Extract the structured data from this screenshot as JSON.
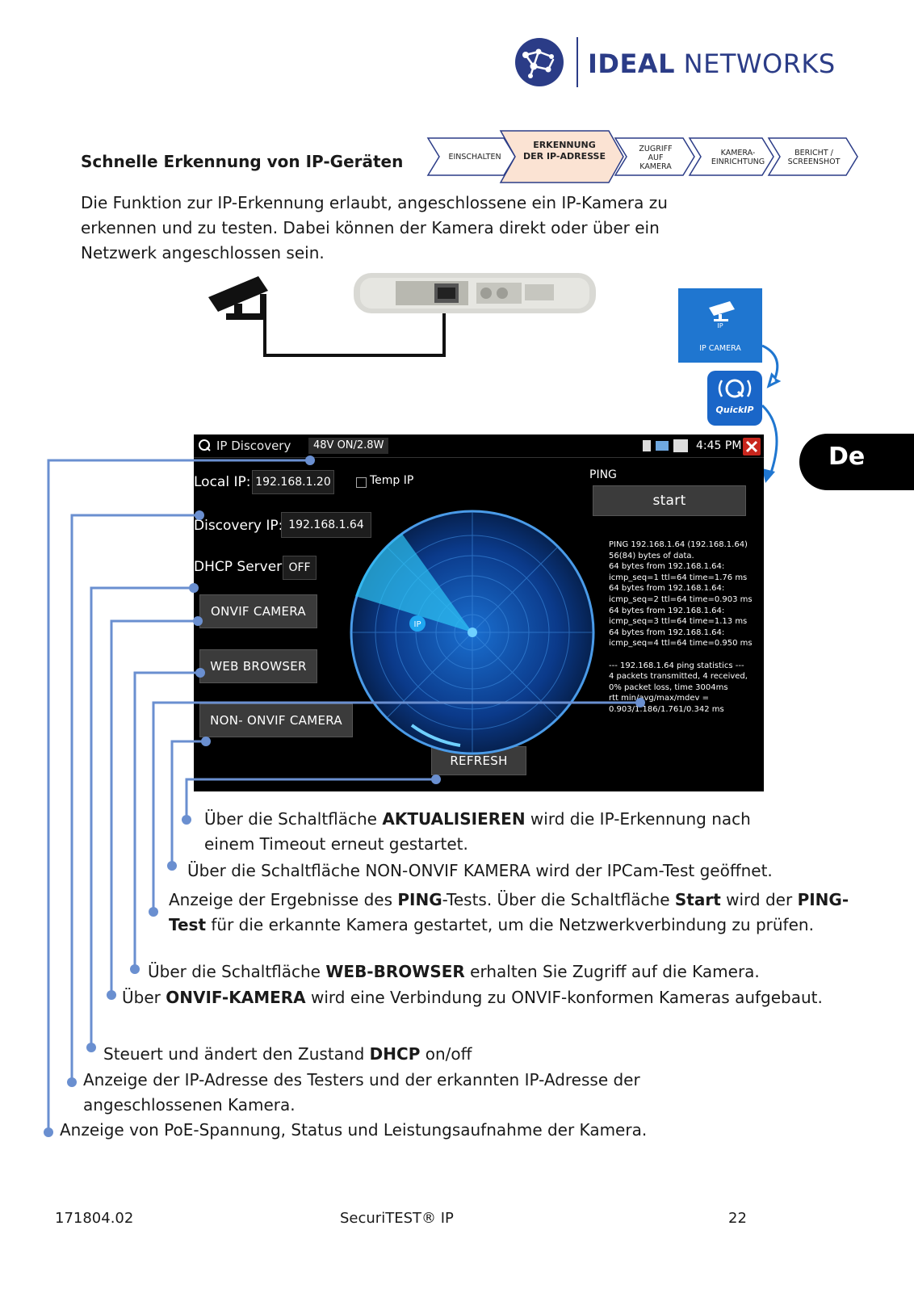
{
  "header": {
    "brand_bold": "IDEAL",
    "brand_light": "NETWORKS"
  },
  "section": {
    "title": "Schnelle Erkennung von IP-Geräten"
  },
  "workflow": {
    "steps": [
      "EINSCHALTEN",
      "ERKENNUNG DER IP-ADRESSE",
      "ZUGRIFF AUF KAMERA",
      "KAMERA-EINRICHTUNG",
      "BERICHT / SCREENSHOT"
    ],
    "active_step": 1,
    "active_color": "#fbe3d3",
    "border_color": "#2b3c87"
  },
  "intro": {
    "text": "Die Funktion zur IP-Erkennung erlaubt, angeschlossene ein IP-Kamera zu erkennen und zu testen. Dabei können der Kamera direkt oder über ein Netzwerk angeschlossen sein."
  },
  "app_icons": {
    "ip_camera": "IP CAMERA",
    "ip_camera_small": "IP",
    "quickip": "QuickIP",
    "tile_color": "#1f76d0"
  },
  "language_tab": {
    "label": "De"
  },
  "screen": {
    "app_title": "IP Discovery",
    "power": "48V ON/2.8W",
    "clock": "4:45 PM",
    "local_ip_label": "Local IP:",
    "local_ip": "192.168.1.20",
    "temp_ip_label": "Temp IP",
    "discovery_ip_label": "Discovery IP:",
    "discovery_ip": "192.168.1.64",
    "dhcp_label": "DHCP Server:",
    "dhcp_value": "OFF",
    "ping_label": "PING",
    "start_button": "start",
    "buttons": {
      "onvif": "ONVIF CAMERA",
      "web": "WEB BROWSER",
      "non_onvif": "NON- ONVIF CAMERA",
      "refresh": "REFRESH"
    },
    "radar_badge": "IP",
    "ping_output": "PING 192.168.1.64 (192.168.1.64)\n56(84) bytes of data.\n64 bytes from 192.168.1.64:\nicmp_seq=1 ttl=64 time=1.76 ms\n64 bytes from 192.168.1.64:\nicmp_seq=2 ttl=64 time=0.903 ms\n64 bytes from 192.168.1.64:\nicmp_seq=3 ttl=64 time=1.13 ms\n64 bytes from 192.168.1.64:\nicmp_seq=4 ttl=64 time=0.950 ms\n\n--- 192.168.1.64 ping statistics ---\n4 packets transmitted, 4 received,\n0% packet loss, time 3004ms\nrtt min/avg/max/mdev =\n0.903/1.186/1.761/0.342 ms"
  },
  "callouts": {
    "c1_pre": "Über die Schaltfläche ",
    "c1_bold": "AKTUALISIEREN",
    "c1_post": " wird die IP-Erkennung nach einem Timeout erneut gestartet.",
    "c2": "Über die Schaltfläche NON-ONVIF KAMERA wird der IPCam-Test geöffnet.",
    "c3_pre": "Anzeige der Ergebnisse des ",
    "c3_bold1": "PING",
    "c3_mid1": "-Tests. Über die Schaltfläche ",
    "c3_bold2": "Start",
    "c3_mid2": " wird der ",
    "c3_bold3": "PING-Test",
    "c3_post": " für die erkannte Kamera gestartet, um die Netzwerkverbindung zu prüfen.",
    "c4_pre": "Über die Schaltfläche ",
    "c4_bold": "WEB-BROWSER",
    "c4_post": " erhalten Sie Zugriff auf die Kamera.",
    "c5_pre": "Über ",
    "c5_bold": "ONVIF-KAMERA",
    "c5_post": " wird eine Verbindung zu ONVIF-konformen Kameras aufgebaut.",
    "c6_pre": "Steuert und ändert den Zustand ",
    "c6_bold": "DHCP",
    "c6_post": " on/off",
    "c7": "Anzeige der IP-Adresse des Testers und der erkannten IP-Adresse der angeschlossenen Kamera.",
    "c8": "Anzeige von PoE-Spannung, Status und Leistungsaufnahme der Kamera.",
    "line_color": "#6a8fd0"
  },
  "footer": {
    "doc_number": "171804.02",
    "product": "SecuriTEST® IP",
    "page": "22"
  }
}
